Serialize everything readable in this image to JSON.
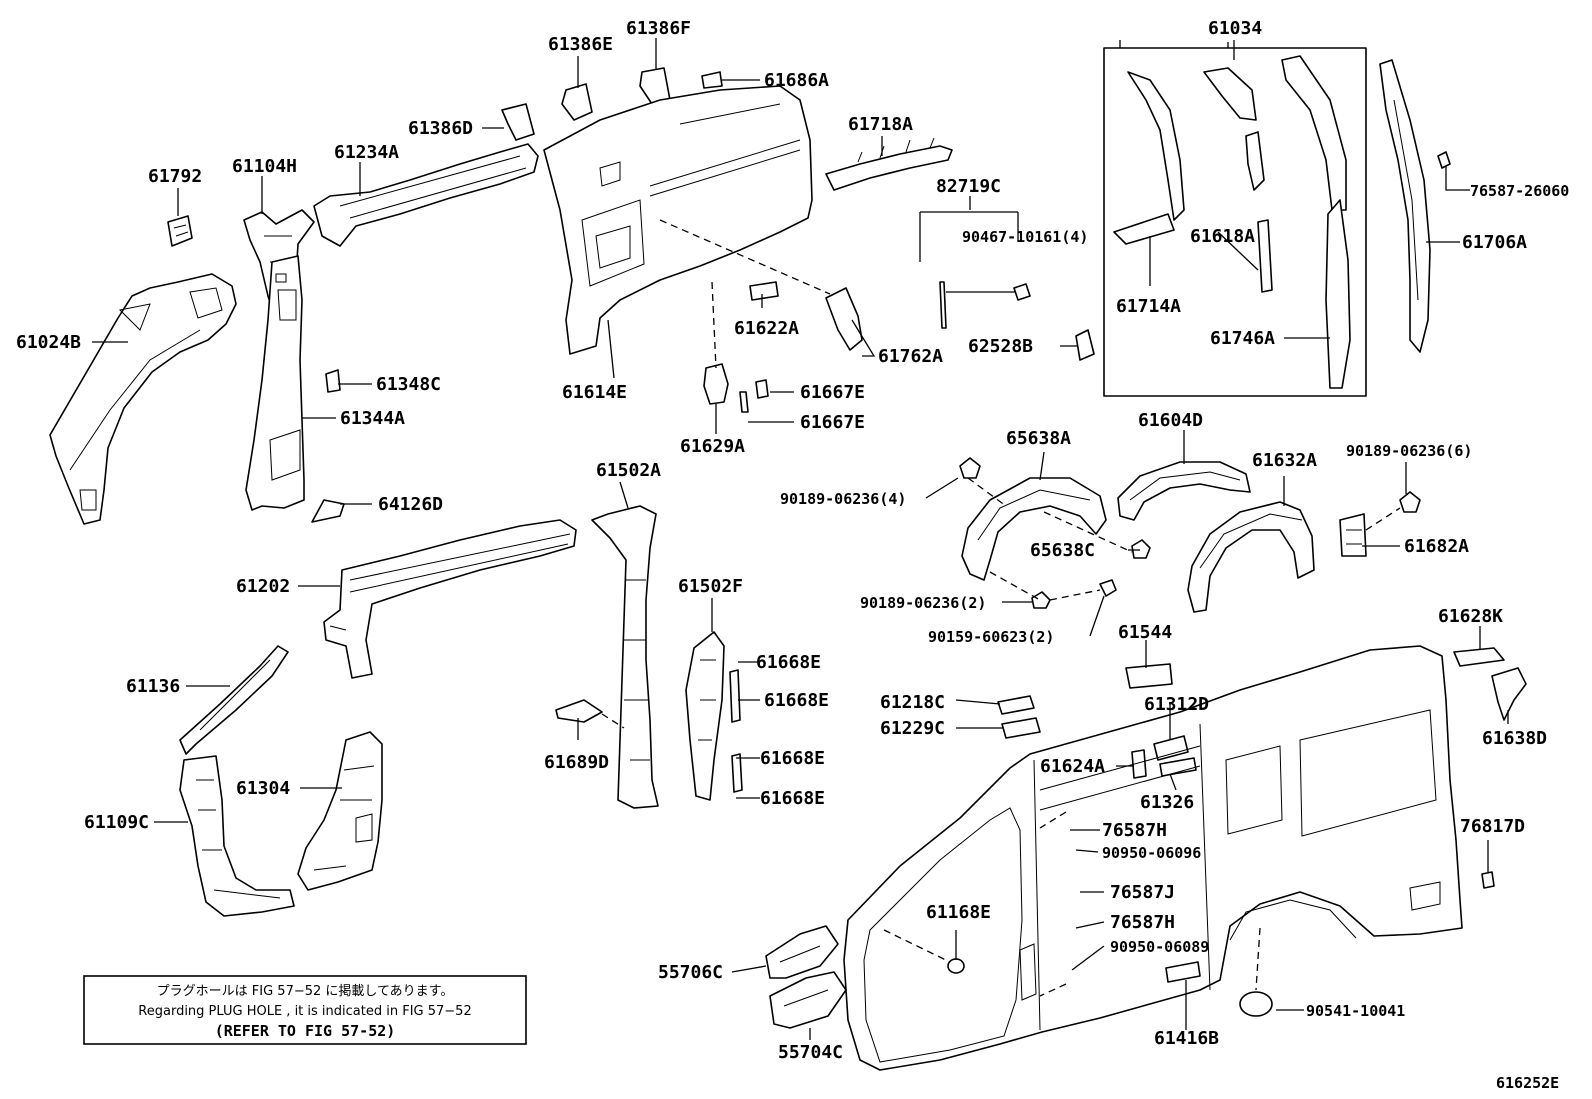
{
  "labels": {
    "p61034": "61034",
    "p61386F": "61386F",
    "p61386E": "61386E",
    "p61686A": "61686A",
    "p61386D": "61386D",
    "p61718A": "61718A",
    "p61792": "61792",
    "p61104H": "61104H",
    "p61234A": "61234A",
    "p82719C": "82719C",
    "p76587_26060": "76587-26060",
    "p90467_10161": "90467-10161(4)",
    "p61618A": "61618A",
    "p61706A": "61706A",
    "p61714A": "61714A",
    "p61024B": "61024B",
    "p61622A": "61622A",
    "p62528B": "62528B",
    "p61746A": "61746A",
    "p61762A": "61762A",
    "p61348C": "61348C",
    "p61614E": "61614E",
    "p61667E_1": "61667E",
    "p61344A": "61344A",
    "p61667E_2": "61667E",
    "p61629A": "61629A",
    "p65638A": "65638A",
    "p61604D": "61604D",
    "p90189_06236_6": "90189-06236(6)",
    "p61632A": "61632A",
    "p61502A": "61502A",
    "p90189_06236_4": "90189-06236(4)",
    "p64126D": "64126D",
    "p65638C": "65638C",
    "p61682A": "61682A",
    "p61202": "61202",
    "p61502F": "61502F",
    "p90189_06236_2": "90189-06236(2)",
    "p90159_60623": "90159-60623(2)",
    "p61544": "61544",
    "p61628K": "61628K",
    "p61668E_1": "61668E",
    "p61136": "61136",
    "p61668E_2": "61668E",
    "p61218C": "61218C",
    "p61312D": "61312D",
    "p61229C": "61229C",
    "p61638D": "61638D",
    "p61689D": "61689D",
    "p61624A": "61624A",
    "p61668E_3": "61668E",
    "p61304": "61304",
    "p61326": "61326",
    "p61668E_4": "61668E",
    "p61109C": "61109C",
    "p76587H_1": "76587H",
    "p76817D": "76817D",
    "p90950_06096": "90950-06096",
    "p76587J": "76587J",
    "p61168E": "61168E",
    "p76587H_2": "76587H",
    "p90950_06089": "90950-06089",
    "p55706C": "55706C",
    "p90541_10041": "90541-10041",
    "p61416B": "61416B",
    "p55704C": "55704C",
    "figure_id": "616252E"
  },
  "note": {
    "line1": "プラグホールは FIG 57−52 に掲載してあります。",
    "line2": "Regarding  PLUG  HOLE , it is indicated in FIG  57−52",
    "line3": "(REFER TO FIG 57-52)"
  }
}
